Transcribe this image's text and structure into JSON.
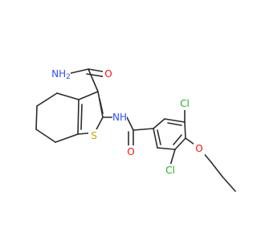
{
  "labels": {
    "amide_nh2": "NH",
    "amide_nh2_sub": "2",
    "amide_o": "O",
    "sulfur": "S",
    "amine_nh": "NH",
    "benzamide_o": "O",
    "chlorine_top": "Cl",
    "chlorine_bottom": "Cl",
    "ether_o": "O"
  },
  "colors": {
    "carbon_bond": "#2b2b2b",
    "nitrogen": "#3050f8",
    "oxygen": "#ff0d0d",
    "sulfur": "#c8a800",
    "chlorine": "#1fae1f"
  }
}
